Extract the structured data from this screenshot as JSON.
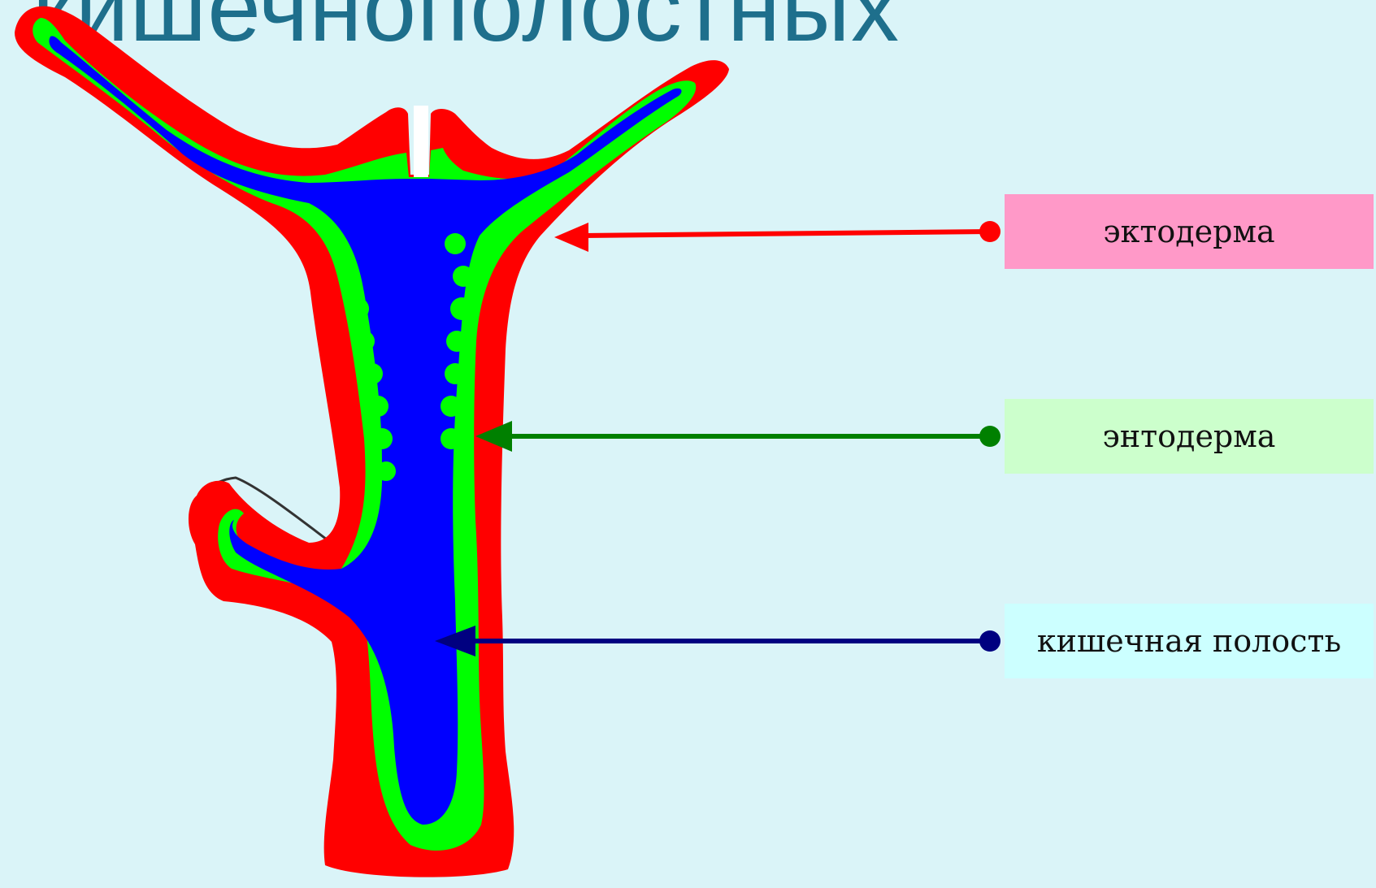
{
  "slide": {
    "title": "кишечнополостных"
  },
  "labels": [
    {
      "text": "эктодерма",
      "box_color": "#ff99c8",
      "arrow_color": "#ff0000"
    },
    {
      "text": "энтодерма",
      "box_color": "#ccffcc",
      "arrow_color": "#008000"
    },
    {
      "text": "кишечная полость",
      "box_color": "#ccffff",
      "arrow_color": "#000080"
    }
  ],
  "layers": {
    "ectoderm_color": "#ff0000",
    "endoderm_color": "#00ff00",
    "cavity_color": "#0000ff"
  },
  "background_color": "#daf4f8"
}
